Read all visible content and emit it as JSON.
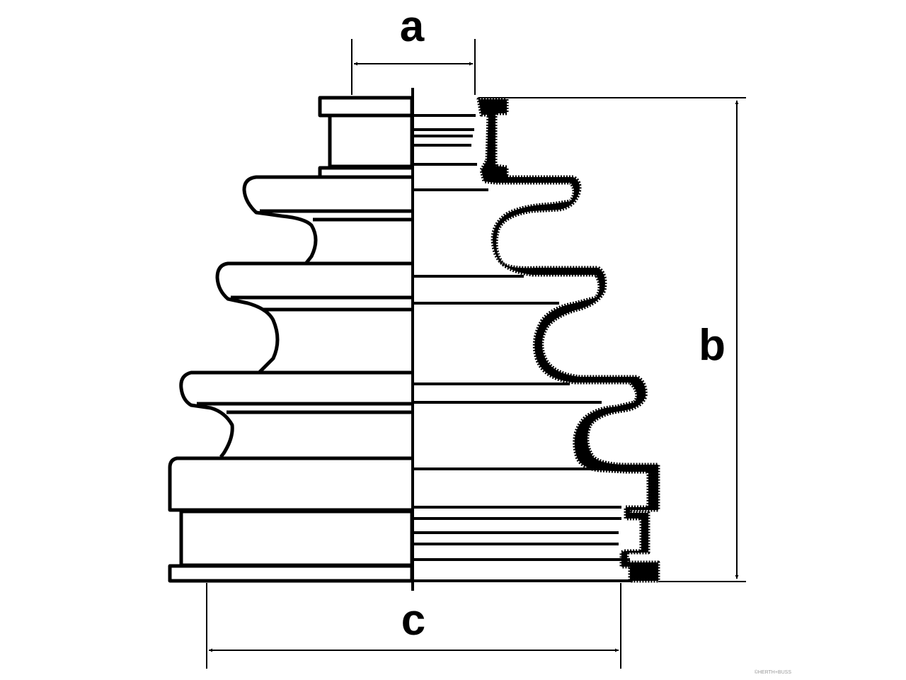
{
  "dimensions": {
    "a": "a",
    "b": "b",
    "c": "c"
  },
  "watermark": "©HERTH+BUSS",
  "colors": {
    "stroke": "#000000",
    "background": "#ffffff",
    "watermark": "#9a9a9a"
  }
}
